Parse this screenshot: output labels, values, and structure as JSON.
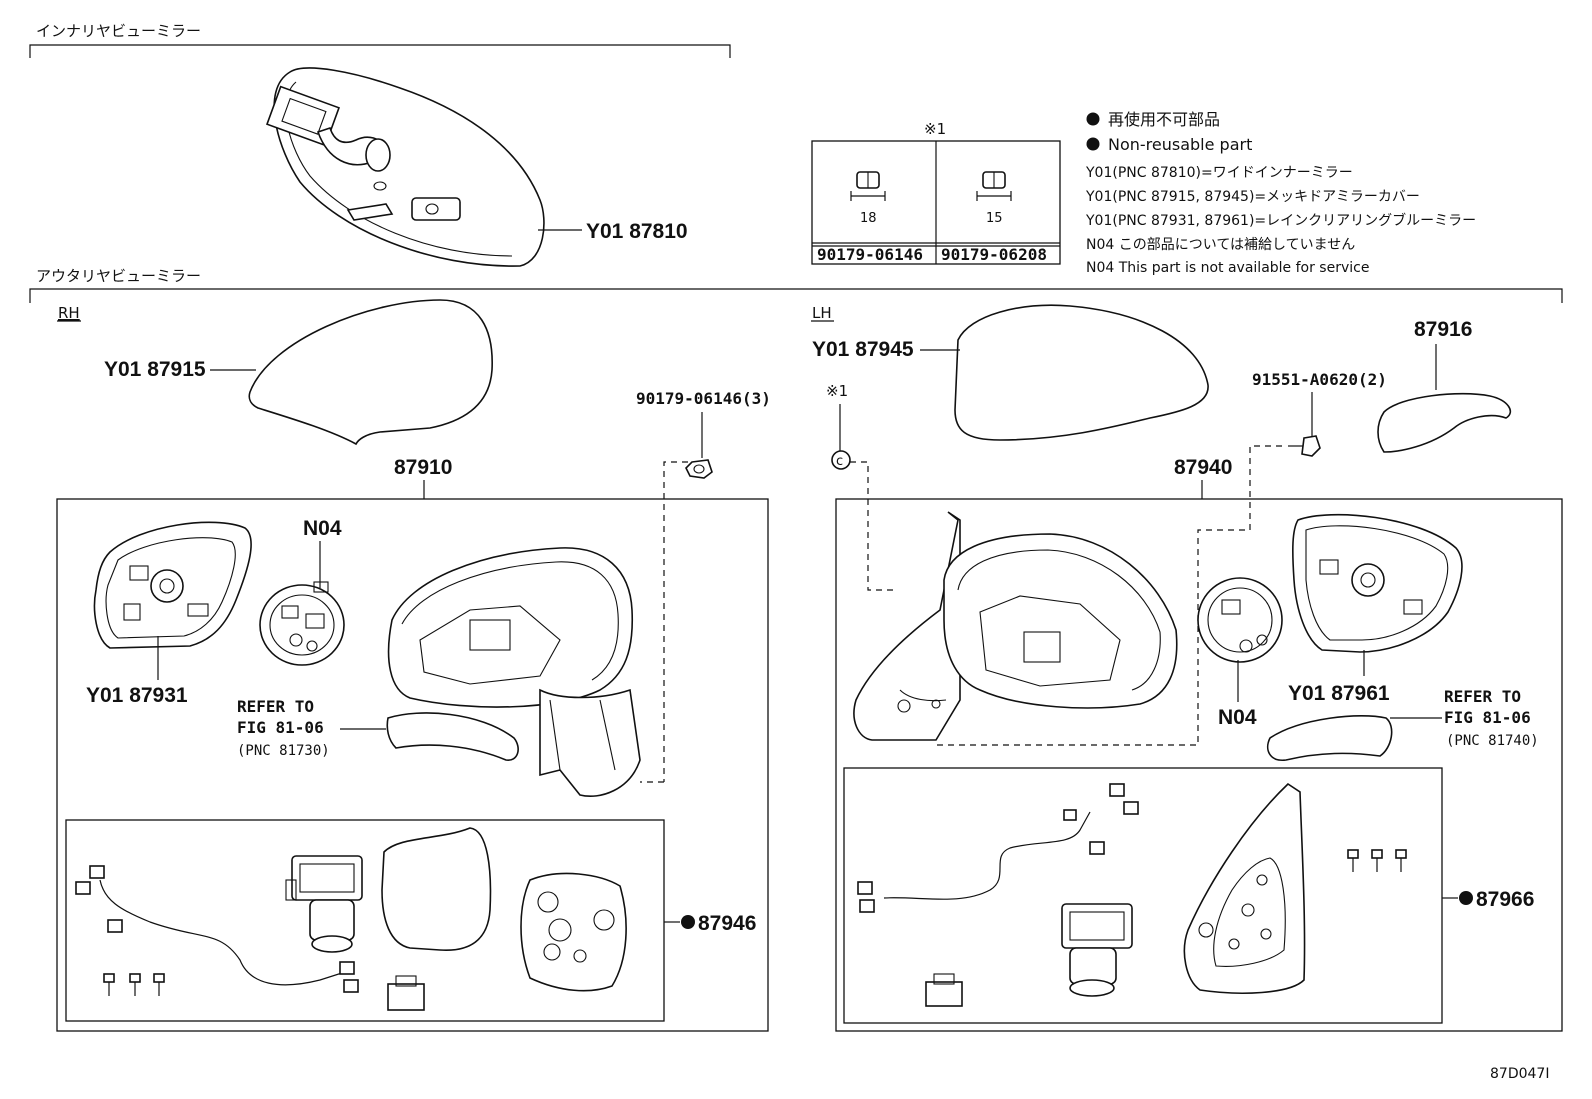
{
  "sections": {
    "inner_mirror": "インナリヤビューミラー",
    "outer_mirror": "アウタリヤビューミラー",
    "rh": "RH",
    "lh": "LH"
  },
  "bolt_table": {
    "mark": "※1",
    "col1": {
      "size": "18",
      "part": "90179-06146"
    },
    "col2": {
      "size": "15",
      "part": "90179-06208"
    }
  },
  "legend": {
    "jp": "再使用不可部品",
    "en": "Non-reusable part",
    "notes": [
      "Y01(PNC 87810)=ワイドインナーミラー",
      "Y01(PNC 87915, 87945)=メッキドアミラーカバー",
      "Y01(PNC 87931, 87961)=レインクリアリングブルーミラー",
      "N04 この部品については補給していません",
      "N04 This part is not available for service"
    ]
  },
  "labels": {
    "inner_mirror": "Y01 87810",
    "rh_cover": "Y01 87915",
    "rh_assy": "87910",
    "rh_nut": "90179-06146(3)",
    "rh_n04": "N04",
    "rh_glass": "Y01 87931",
    "rh_refer1": "REFER TO",
    "rh_refer2": "FIG 81-06",
    "rh_refer3": "(PNC 81730)",
    "rh_sub": "87946",
    "lh_cover": "Y01 87945",
    "lh_mark": "※1",
    "lh_assy": "87940",
    "lh_screw": "91551-A0620(2)",
    "lh_part": "87916",
    "lh_n04": "N04",
    "lh_glass": "Y01 87961",
    "lh_refer1": "REFER TO",
    "lh_refer2": "FIG 81-06",
    "lh_refer3": "(PNC 81740)",
    "lh_sub": "87966"
  },
  "figure_code": "87D047I"
}
